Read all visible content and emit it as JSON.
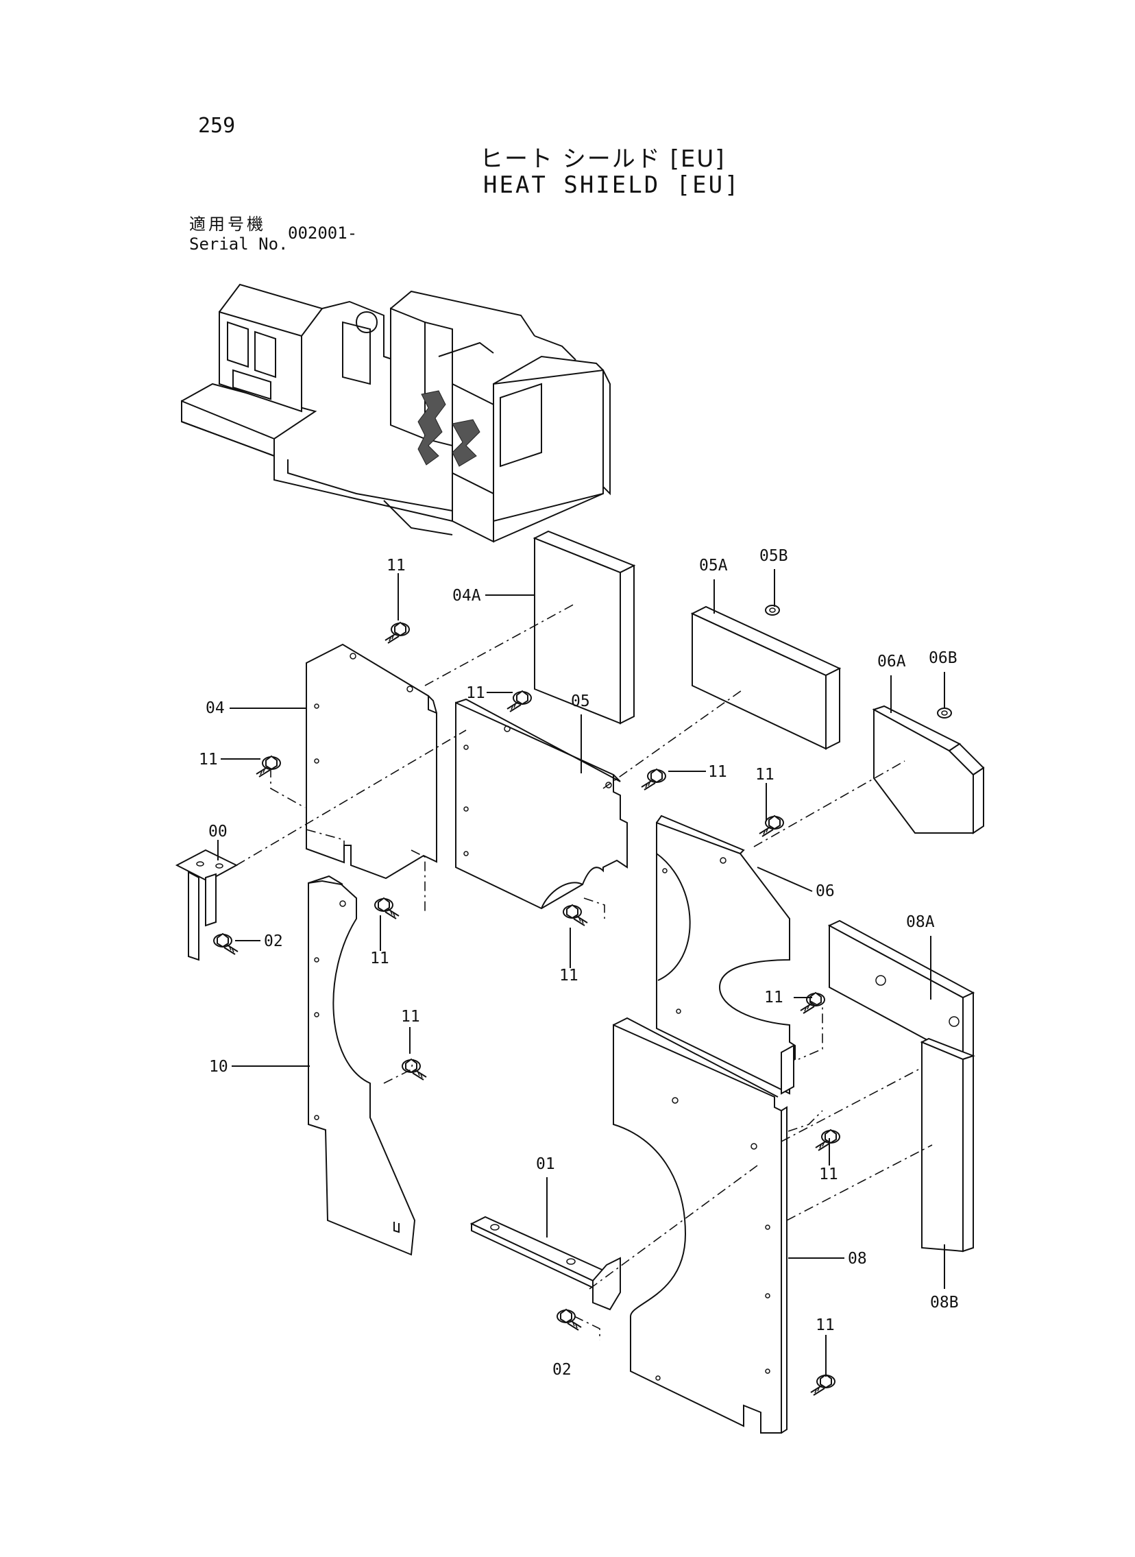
{
  "page_number": "259",
  "title_ja": "ヒート シールド [EU]",
  "title_en": "HEAT SHIELD [EU]",
  "serial_label_ja": "適用号機",
  "serial_label_en": "Serial No.",
  "serial_value": "002001-",
  "callouts": {
    "c00": "00",
    "c01": "01",
    "c02": "02",
    "c04": "04",
    "c04A": "04A",
    "c05": "05",
    "c05A": "05A",
    "c05B": "05B",
    "c06": "06",
    "c06A": "06A",
    "c06B": "06B",
    "c08": "08",
    "c08A": "08A",
    "c08B": "08B",
    "c10": "10",
    "c11": "11"
  }
}
